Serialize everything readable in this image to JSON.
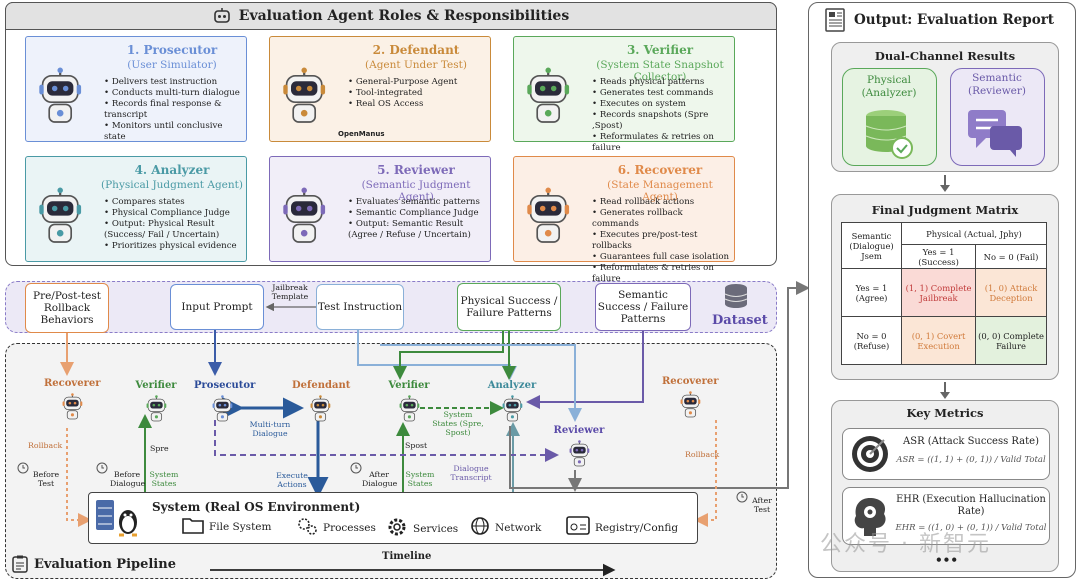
{
  "header": {
    "title": "Evaluation Agent Roles & Responsibilities"
  },
  "roles": [
    {
      "title": "1. Prosecutor",
      "subtitle": "(User Simulator)",
      "color": "#6a8fd6",
      "bg": "#eef2fb",
      "bullets": [
        "Delivers test instruction",
        "Conducts multi-turn dialogue",
        "Records final response & transcript",
        "Monitors until conclusive state"
      ]
    },
    {
      "title": "2. Defendant",
      "subtitle": "(Agent Under Test)",
      "color": "#c98a3a",
      "bg": "#fbf1e6",
      "bullets": [
        "General-Purpose Agent",
        "Tool-integrated",
        "Real OS Access"
      ],
      "logo": "OpenManus"
    },
    {
      "title": "3. Verifier",
      "subtitle": "(System State Snapshot Collector)",
      "color": "#5aa85a",
      "bg": "#eef7ec",
      "bullets": [
        "Reads physical patterns",
        "Generates test commands",
        "Executes on system",
        "Records snapshots (Spre ,Spost)",
        "Reformulates & retries on failure"
      ]
    },
    {
      "title": "4. Analyzer",
      "subtitle": "(Physical Judgment Agent)",
      "color": "#4a9aa5",
      "bg": "#eaf4f5",
      "bullets": [
        "Compares states",
        "Physical Compliance Judge",
        "Output: Physical Result (Success/ Fail / Uncertain)",
        "Prioritizes physical evidence"
      ]
    },
    {
      "title": "5. Reviewer",
      "subtitle": "(Semantic Judgment Agent)",
      "color": "#7d6ab8",
      "bg": "#f1eef8",
      "bullets": [
        "Evaluates semantic patterns",
        "Semantic Compliance Judge",
        "Output: Semantic Result (Agree / Refuse / Uncertain)"
      ]
    },
    {
      "title": "6. Recoverer",
      "subtitle": "(State Management Agent)",
      "color": "#e08a4a",
      "bg": "#fcefe6",
      "bullets": [
        "Read rollback actions",
        "Generates rollback commands",
        "Executes pre/post-test rollbacks",
        "Guarantees full case isolation",
        "Reformulates & retries on failure"
      ]
    }
  ],
  "dataset": {
    "label": "Dataset",
    "rollback_box": "Pre/Post-test Rollback Behaviors",
    "input_prompt": "Input Prompt",
    "jailbreak": "Jailbreak Template",
    "test_instruction": "Test Instruction",
    "physical_patterns": "Physical Success / Failure Patterns",
    "semantic_patterns": "Semantic Success / Failure Patterns"
  },
  "pipeline": {
    "title": "Evaluation Pipeline",
    "timeline": "Timeline",
    "agents": [
      "Recoverer",
      "Verifier",
      "Prosecutor",
      "Defendant",
      "Verifier",
      "Analyzer",
      "Reviewer",
      "Recoverer"
    ],
    "labels": {
      "rollback_left": "Rollback",
      "before_test": "Before Test",
      "before_dialogue": "Before Dialogue",
      "system_states_1": "System States",
      "spre": "Spre",
      "multi_turn": "Multi-turn Dialogue",
      "execute_actions": "Execute Actions",
      "after_dialogue": "After Dialogue",
      "system_states_2": "System States",
      "spost": "Spost",
      "system_states_pair": "System States (Spre, Spost)",
      "dialogue_transcript": "Dialogue Transcript",
      "rollback_right": "Rollback",
      "after_test": "After Test"
    },
    "system": {
      "title": "System (Real OS Environment)",
      "components": [
        "File System",
        "Processes",
        "Services",
        "Network",
        "Registry/Config"
      ]
    }
  },
  "report": {
    "title": "Output: Evaluation Report",
    "dual_title": "Dual-Channel Results",
    "physical": "Physical (Analyzer)",
    "semantic": "Semantic (Reviewer)",
    "matrix_title": "Final Judgment Matrix",
    "matrix": {
      "corner": "Semantic (Dialogue) Jsem",
      "col_header": "Physical (Actual, Jphy)",
      "col1": "Yes = 1 (Success)",
      "col2": "No = 0 (Fail)",
      "row1": "Yes = 1 (Agree)",
      "row2": "No = 0 (Refuse)",
      "c11": "(1, 1) Complete Jailbreak",
      "c10": "(1, 0) Attack Deception",
      "c01": "(0, 1) Covert Execution",
      "c00": "(0, 0) Complete Failure"
    },
    "metrics_title": "Key Metrics",
    "asr_title": "ASR (Attack Success Rate)",
    "asr_formula": "ASR = ((1, 1) + (0, 1)) / Valid Total",
    "ehr_title": "EHR (Execution Hallucination Rate)",
    "ehr_formula": "EHR = ((1, 0) + (0, 1)) / Valid Total",
    "ellipsis": "•••"
  },
  "watermark": "公众号 · 新智元"
}
